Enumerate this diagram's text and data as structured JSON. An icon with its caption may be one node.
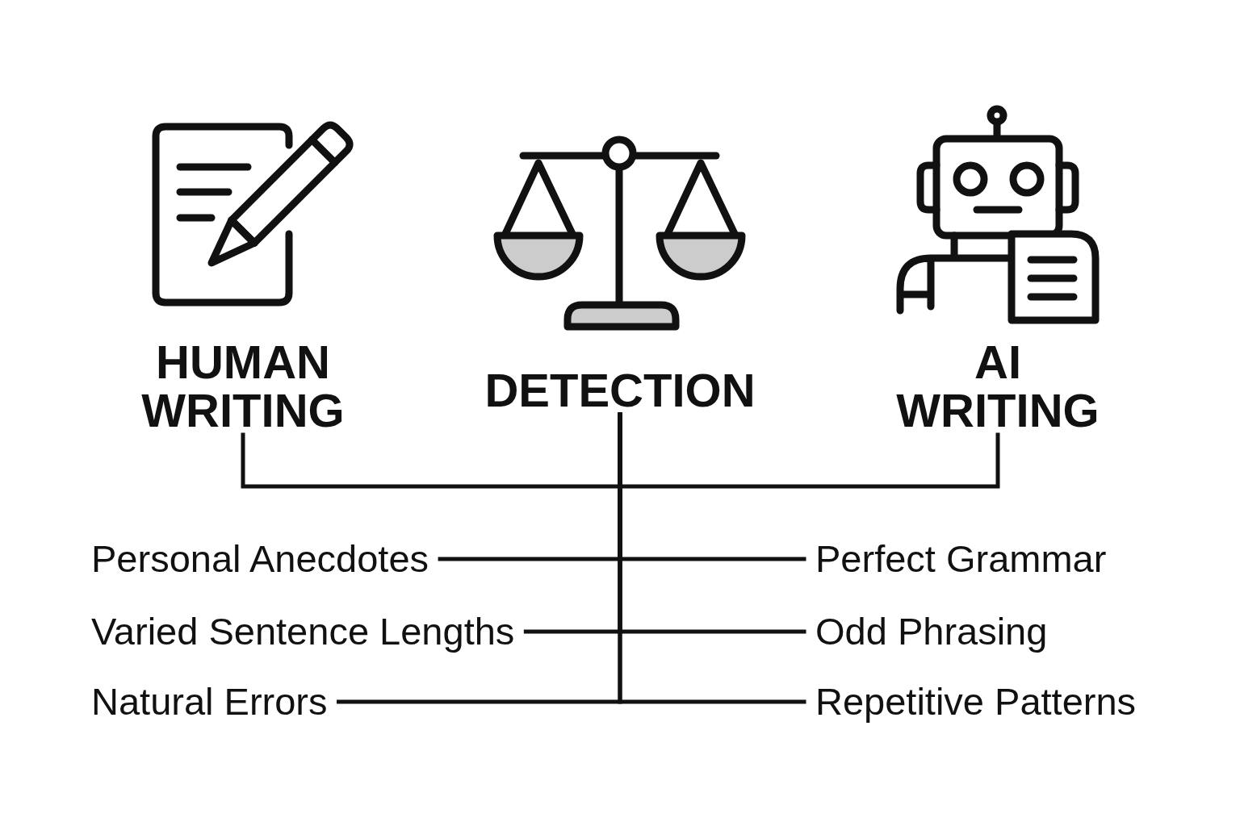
{
  "diagram": {
    "nodes": [
      {
        "text": [
          "HUMAN WRITING"
        ]
      },
      {
        "text": [
          "DETECTION"
        ]
      },
      {
        "text": [
          "AI WRITING"
        ]
      },
      {
        "text": [
          "Personal Anecdotes"
        ]
      },
      {
        "text": [
          "Perfect Grammar"
        ]
      },
      {
        "text": [
          "Varied Sentence Lengths"
        ]
      },
      {
        "text": [
          "Odd Phrasing"
        ]
      },
      {
        "text": [
          "Natural Errors"
        ]
      },
      {
        "text": [
          "Repetitive Patterns"
        ]
      }
    ],
    "edges": [
      {
        "from": 1,
        "to": 0,
        "arrow": "none"
      },
      {
        "from": 1,
        "to": 2,
        "arrow": "none"
      },
      {
        "from": 1,
        "to": 3,
        "arrow": "none"
      },
      {
        "from": 1,
        "to": 4,
        "arrow": "none"
      },
      {
        "from": 1,
        "to": 5,
        "arrow": "none"
      },
      {
        "from": 1,
        "to": 6,
        "arrow": "none"
      },
      {
        "from": 1,
        "to": 7,
        "arrow": "none"
      },
      {
        "from": 1,
        "to": 8,
        "arrow": "none"
      }
    ]
  }
}
